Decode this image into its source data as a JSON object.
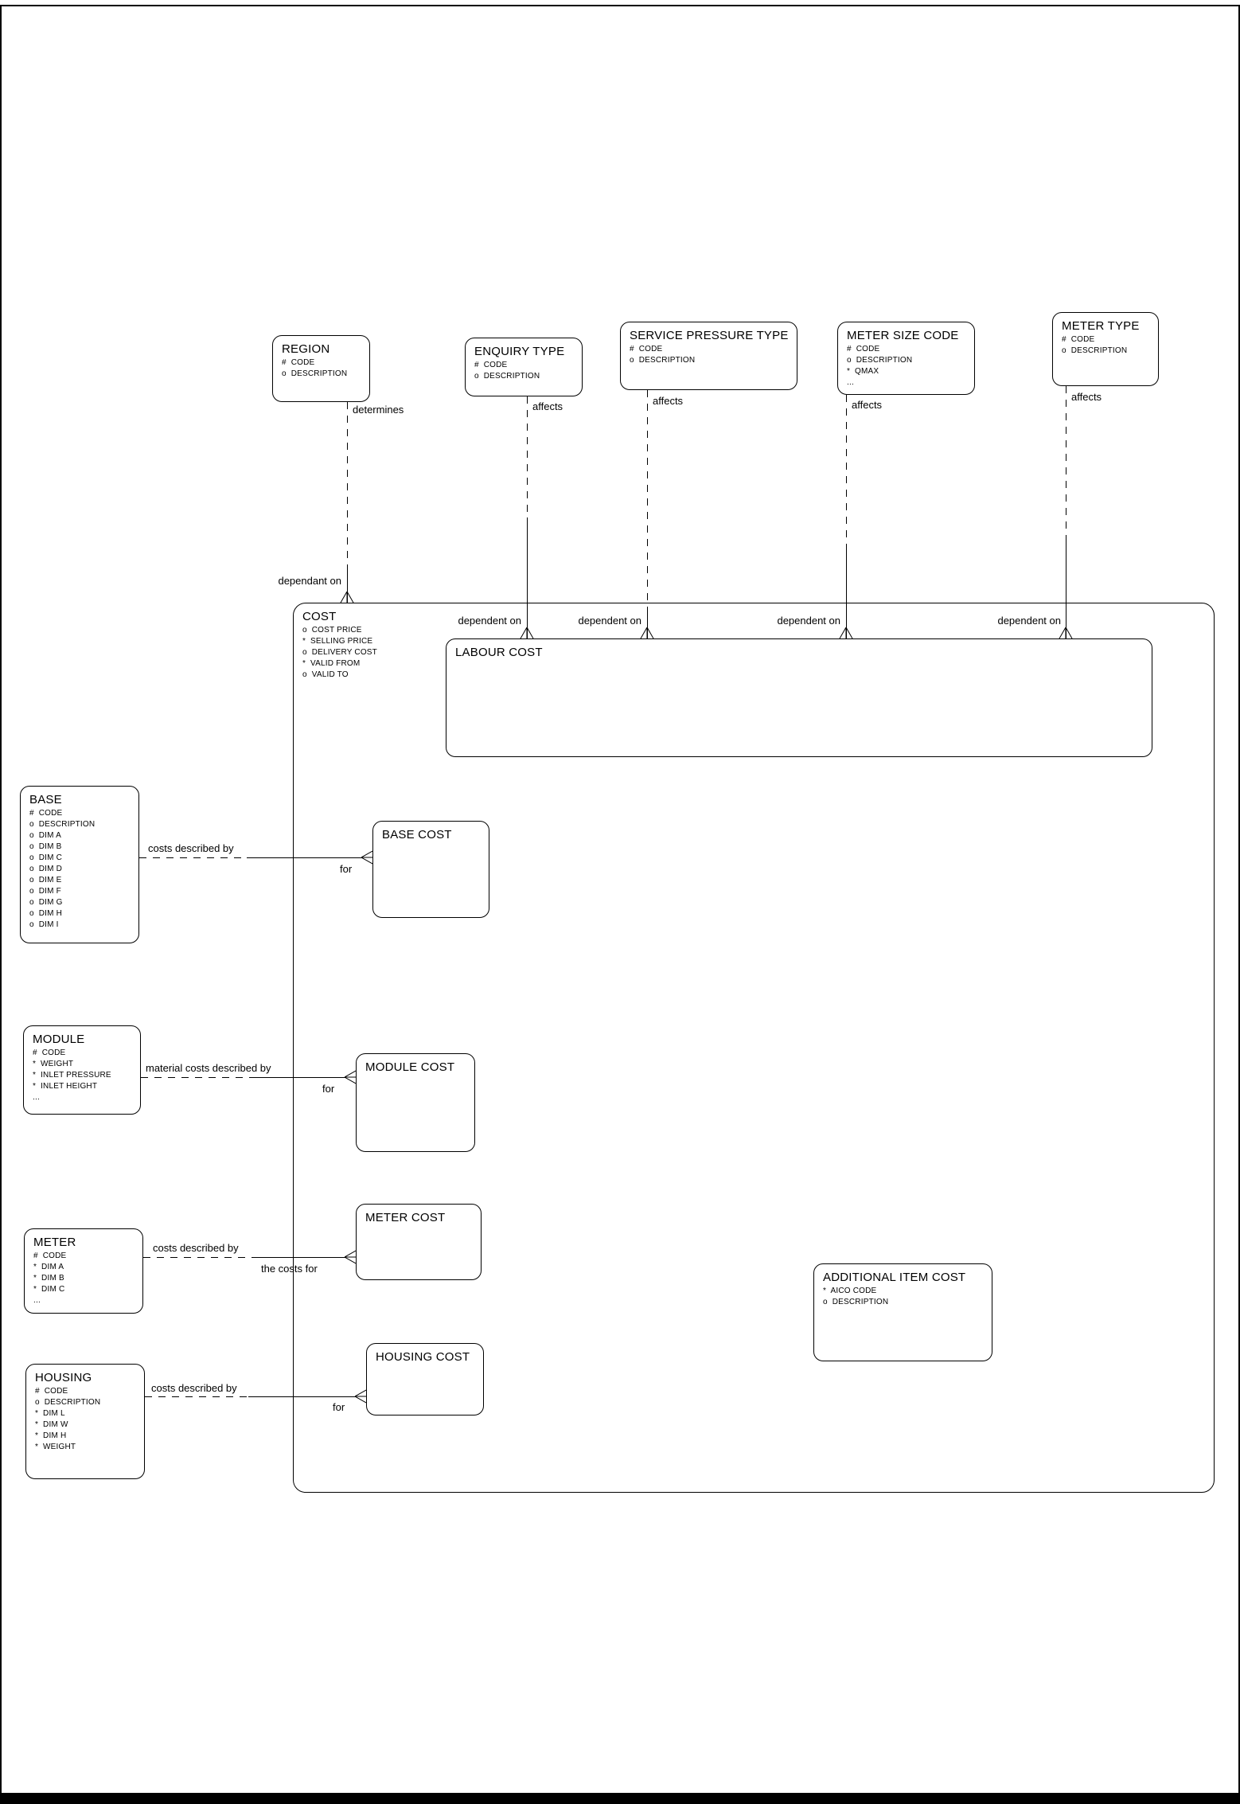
{
  "page": {
    "background": "#ffffff",
    "stroke": "#000000"
  },
  "entities": {
    "region": {
      "title": "REGION",
      "attributes": [
        "#  CODE",
        "o  DESCRIPTION"
      ]
    },
    "enquiry_type": {
      "title": "ENQUIRY TYPE",
      "attributes": [
        "#  CODE",
        "o  DESCRIPTION"
      ]
    },
    "service_pressure_type": {
      "title": "SERVICE PRESSURE TYPE",
      "attributes": [
        "#  CODE",
        "o  DESCRIPTION"
      ]
    },
    "meter_size_code": {
      "title": "METER SIZE CODE",
      "attributes": [
        "#  CODE",
        "o  DESCRIPTION",
        "*  QMAX",
        "..."
      ]
    },
    "meter_type": {
      "title": "METER TYPE",
      "attributes": [
        "#  CODE",
        "o  DESCRIPTION"
      ]
    },
    "cost": {
      "title": "COST",
      "attributes": [
        "o  COST PRICE",
        "*  SELLING PRICE",
        "o  DELIVERY COST",
        "*  VALID FROM",
        "o  VALID TO"
      ]
    },
    "labour_cost": {
      "title": "LABOUR COST",
      "attributes": []
    },
    "base": {
      "title": "BASE",
      "attributes": [
        "#  CODE",
        "o  DESCRIPTION",
        "o  DIM A",
        "o  DIM B",
        "o  DIM C",
        "o  DIM D",
        "o  DIM E",
        "o  DIM F",
        "o  DIM G",
        "o  DIM H",
        "o  DIM I"
      ]
    },
    "base_cost": {
      "title": "BASE COST",
      "attributes": []
    },
    "module": {
      "title": "MODULE",
      "attributes": [
        "#  CODE",
        "*  WEIGHT",
        "*  INLET PRESSURE",
        "*  INLET HEIGHT",
        "..."
      ]
    },
    "module_cost": {
      "title": "MODULE COST",
      "attributes": []
    },
    "meter": {
      "title": "METER",
      "attributes": [
        "#  CODE",
        "*  DIM A",
        "*  DIM B",
        "*  DIM C",
        "..."
      ]
    },
    "meter_cost": {
      "title": "METER COST",
      "attributes": []
    },
    "housing": {
      "title": "HOUSING",
      "attributes": [
        "#  CODE",
        "o  DESCRIPTION",
        "*  DIM L",
        "*  DIM W",
        "*  DIM H",
        "*  WEIGHT"
      ]
    },
    "housing_cost": {
      "title": "HOUSING COST",
      "attributes": []
    },
    "additional_item_cost": {
      "title": "ADDITIONAL ITEM COST",
      "attributes": [
        "*  AICO CODE",
        "o  DESCRIPTION"
      ]
    }
  },
  "labels": {
    "determines": "determines",
    "dependant_on": "dependant on",
    "affects": "affects",
    "dependent_on": "dependent on",
    "costs_described_by": "costs described by",
    "material_costs_described_by": "material costs described by",
    "for": "for",
    "the_costs_for": "the costs for"
  }
}
